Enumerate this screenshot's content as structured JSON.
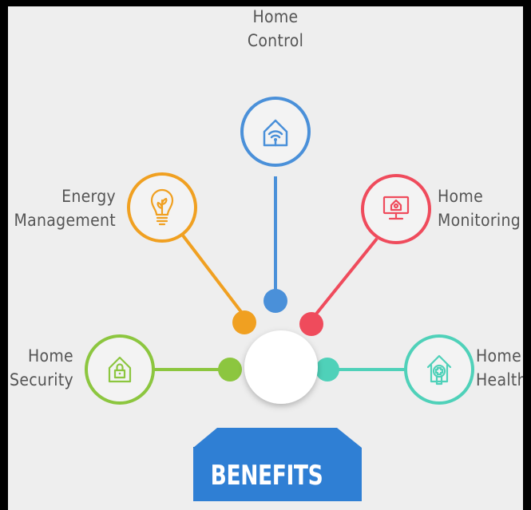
{
  "colors": {
    "background": "#eeeeee",
    "label_text": "#555555",
    "banner": "#2f7fd4",
    "banner_dark": "#1d5c9e",
    "center_circle": "#ffffff"
  },
  "banner": {
    "text": "BENEFITS"
  },
  "nodes": [
    {
      "id": "home-control",
      "label_lines": [
        "Home",
        "Control"
      ],
      "color": "#4a90d9",
      "icon": "home-wifi-icon"
    },
    {
      "id": "energy-management",
      "label_lines": [
        "Energy",
        "Management"
      ],
      "color": "#f0a021",
      "icon": "light-bulb-plant-icon"
    },
    {
      "id": "home-monitoring",
      "label_lines": [
        "Home",
        "Monitoring"
      ],
      "color": "#ef4b5c",
      "icon": "monitor-home-icon"
    },
    {
      "id": "home-security",
      "label_lines": [
        "Home",
        "Security"
      ],
      "color": "#8cc63f",
      "icon": "home-lock-icon"
    },
    {
      "id": "home-health",
      "label_lines": [
        "Home",
        "Health"
      ],
      "color": "#4fd1b9",
      "icon": "home-medical-icon"
    }
  ]
}
